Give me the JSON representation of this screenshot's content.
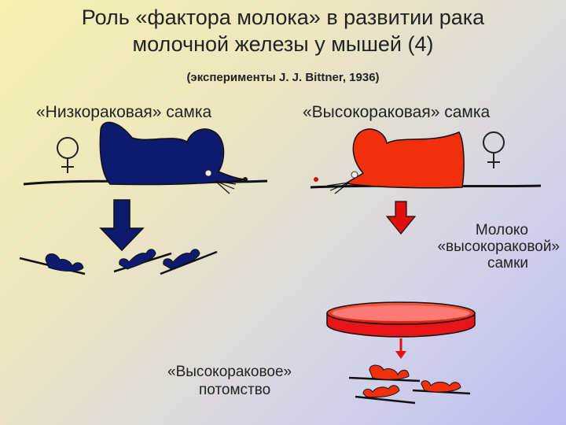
{
  "title_line1": "Роль «фактора молока» в развитии рака",
  "title_line2": "молочной железы у мышей (4)",
  "subtitle": "(эксперименты J. J. Bittner, 1936)",
  "low_cancer_label": "«Низкораковая» самка",
  "high_cancer_label": "«Высокораковая» самка",
  "milk_label": [
    "Молоко",
    "«высокораковой»",
    "самки"
  ],
  "offspring_label": [
    "«Высокораковое»",
    "потомство"
  ],
  "colors": {
    "low_mouse": "#0d1a6e",
    "high_mouse": "#f0300d",
    "arrow": "#e01010",
    "text": "#222222"
  },
  "icons": [
    "female-symbol-icon",
    "down-arrow-icon",
    "petri-dish-icon",
    "mouse-icon"
  ]
}
